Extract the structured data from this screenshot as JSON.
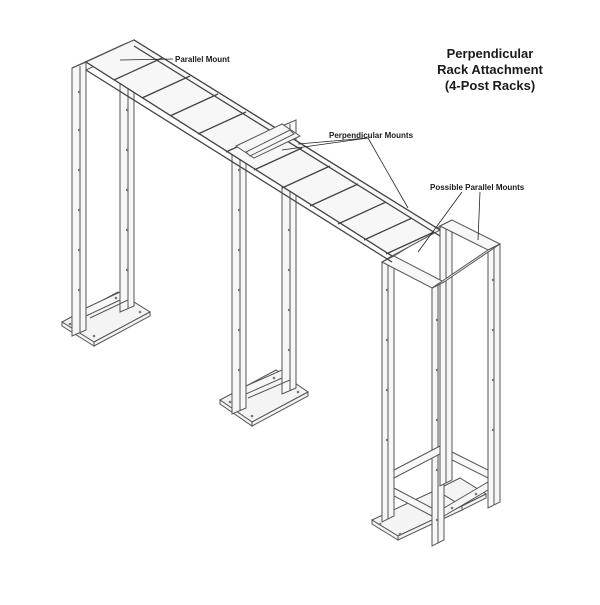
{
  "title": {
    "lines": [
      "Perpendicular",
      "Rack Attachment",
      "(4-Post Racks)"
    ]
  },
  "callouts": {
    "parallel_mount": "Parallel Mount",
    "perpendicular_mounts": "Perpendicular Mounts",
    "possible_parallel_mounts": "Possible Parallel Mounts"
  },
  "components": {
    "racks": [
      {
        "id": "rack-2post-left",
        "type": "2-post relay rack"
      },
      {
        "id": "rack-2post-middle",
        "type": "2-post relay rack"
      },
      {
        "id": "rack-4post-right",
        "type": "4-post rack"
      }
    ],
    "cable_runway": {
      "type": "ladder cable runway",
      "rungs": 11
    }
  },
  "colors": {
    "line": "#555555",
    "text": "#1a1a1a",
    "background": "#ffffff"
  }
}
